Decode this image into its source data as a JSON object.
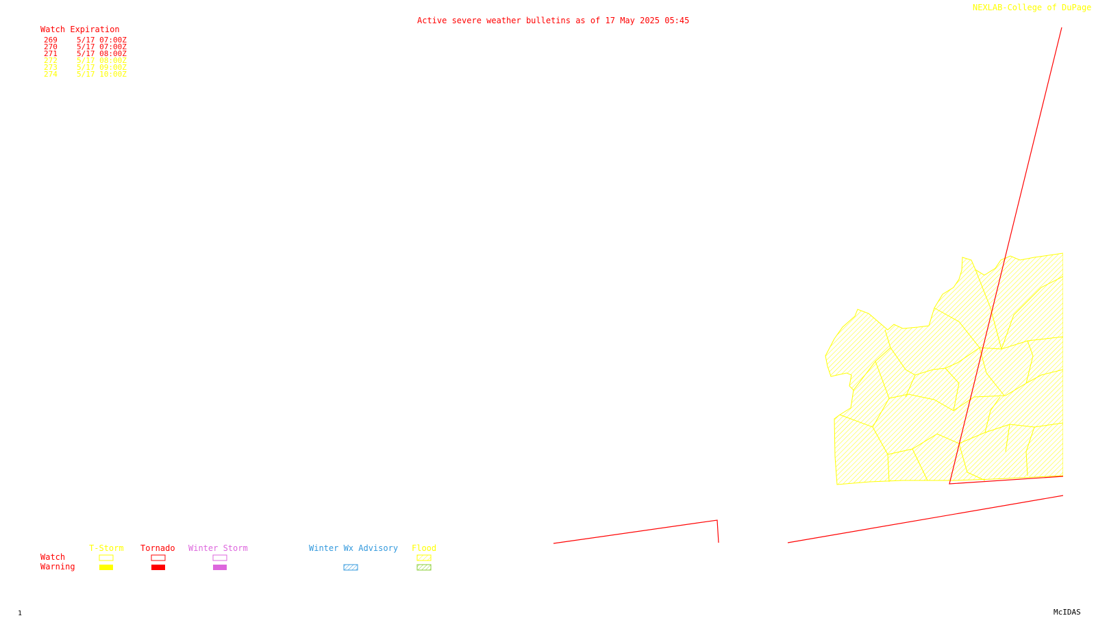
{
  "header": {
    "title": "Active severe weather bulletins as of 17 May 2025 05:45",
    "credit": "NEXLAB-College of DuPage R"
  },
  "watch_table": {
    "heading": "Watch Expiration",
    "rows": [
      {
        "id": "269",
        "expires": "5/17 07:00Z",
        "color": "#ff0000"
      },
      {
        "id": "270",
        "expires": "5/17 07:00Z",
        "color": "#ff0000"
      },
      {
        "id": "271",
        "expires": "5/17 08:00Z",
        "color": "#ff0000"
      },
      {
        "id": "272",
        "expires": "5/17 08:00Z",
        "color": "#ffff00"
      },
      {
        "id": "273",
        "expires": "5/17 09:00Z",
        "color": "#ffff00"
      },
      {
        "id": "274",
        "expires": "5/17 10:00Z",
        "color": "#ffff00"
      }
    ]
  },
  "legend": {
    "row_watch": "Watch",
    "row_warning": "Warning",
    "categories": [
      {
        "label": "T-Storm",
        "color": "#ffff00"
      },
      {
        "label": "Tornado",
        "color": "#ff0000"
      },
      {
        "label": "Winter Storm",
        "color": "#dd66dd"
      },
      {
        "label": "Winter Wx Advisory",
        "color": "#3399dd"
      },
      {
        "label": "Flood",
        "color": "#ffff00",
        "warning_color": "#88cc33"
      }
    ]
  },
  "footer": {
    "frame": "1",
    "software": "McIDAS"
  },
  "colors": {
    "tornado_watch_outline": "#ff0000",
    "tstorm_watch_fill": "#ffff00"
  }
}
